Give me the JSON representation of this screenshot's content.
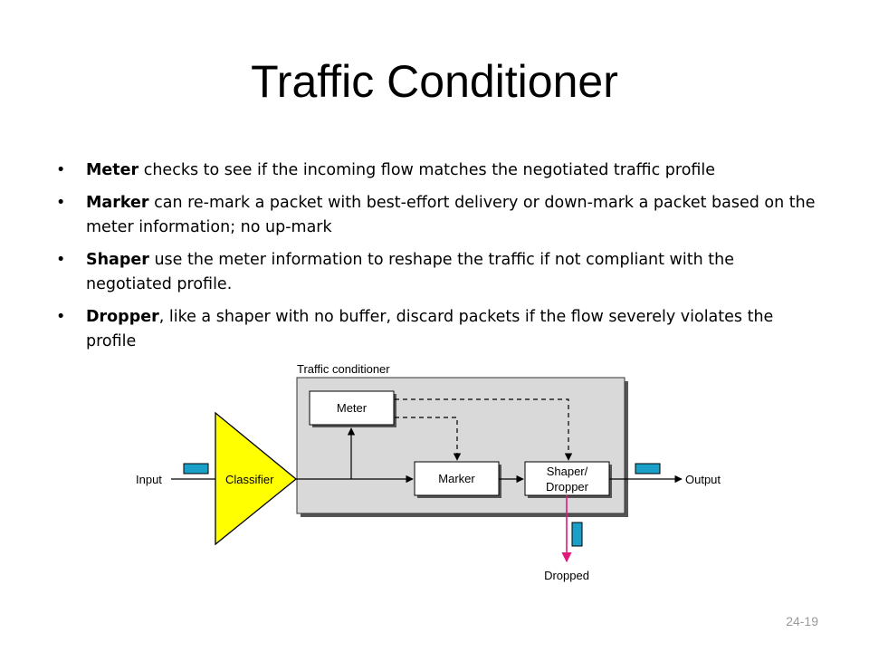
{
  "slide": {
    "title": "Traffic Conditioner",
    "page_number": "24-19"
  },
  "bullets": [
    {
      "term": "Meter",
      "text": " checks to see if the incoming flow matches the negotiated traffic profile"
    },
    {
      "term": "Marker",
      "text": " can re-mark a packet with best-effort delivery or down-mark a packet based on the meter information; no up-mark"
    },
    {
      "term": "Shaper",
      "text": " use the meter information to reshape the traffic if not compliant with the negotiated profile."
    },
    {
      "term": "Dropper",
      "text": ", like a shaper with no buffer, discard packets if the flow severely violates the profile"
    }
  ],
  "diagram": {
    "container_label": "Traffic conditioner",
    "input_label": "Input",
    "output_label": "Output",
    "classifier_label": "Classifier",
    "meter_label": "Meter",
    "marker_label": "Marker",
    "shaper_label_line1": "Shaper/",
    "shaper_label_line2": "Dropper",
    "dropped_label": "Dropped",
    "colors": {
      "classifier_fill": "#ffff00",
      "packet_fill": "#1a9fc9",
      "drop_arrow": "#e0197a",
      "container_fill": "#d9d9d9"
    }
  }
}
